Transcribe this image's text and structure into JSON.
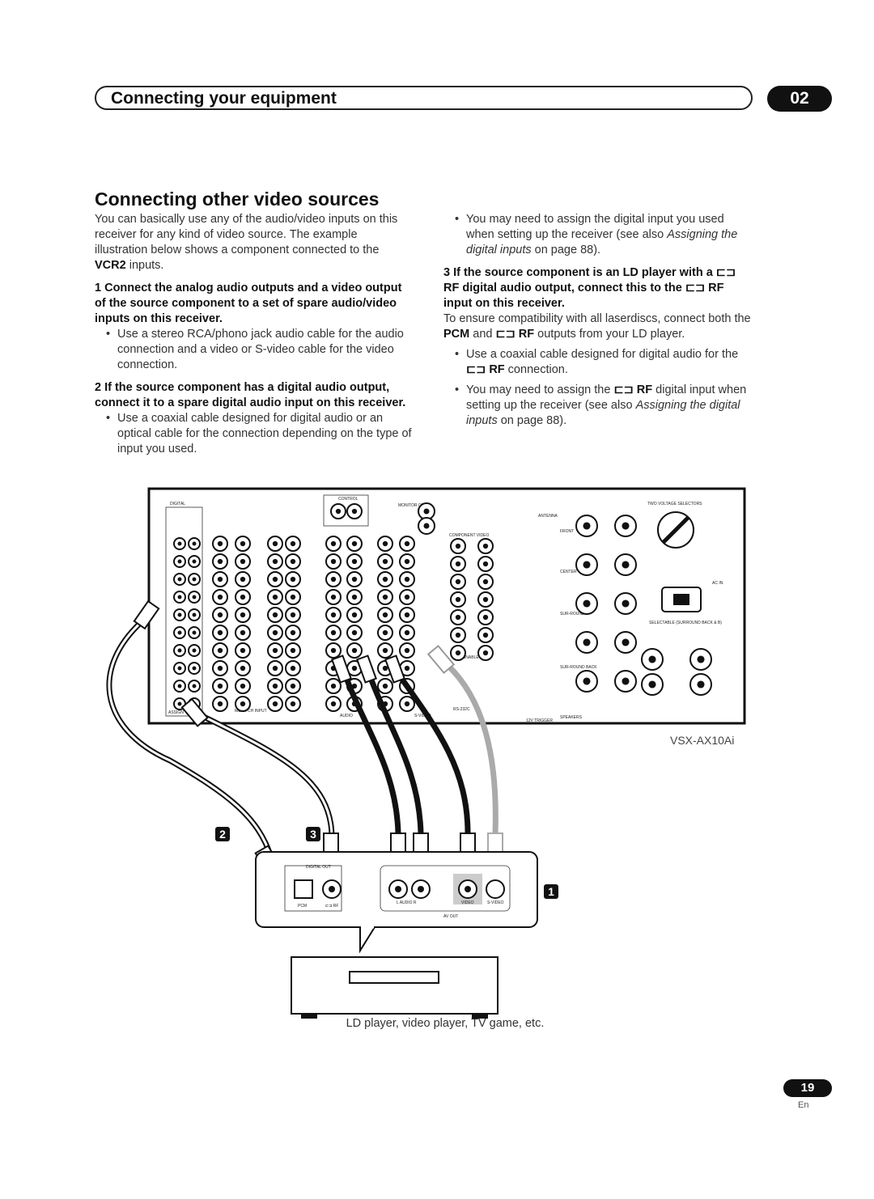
{
  "header": {
    "chapter_title": "Connecting your equipment",
    "chapter_number": "02"
  },
  "section": {
    "title": "Connecting other video sources"
  },
  "left_column": {
    "intro_1": "You can basically use any of the audio/video inputs on this receiver for any kind of video source. The example illustration below shows a component connected to the ",
    "intro_bold": "VCR2",
    "intro_2": " inputs.",
    "step1": "1   Connect the analog audio outputs and a video output of the source component to a set of spare audio/video inputs on this receiver.",
    "step1_bullet": "Use a stereo RCA/phono jack audio cable for the audio connection and a video or S-video cable for the video connection.",
    "step2": "2   If the source component has a digital audio output, connect it to a spare digital audio input on this receiver.",
    "step2_bullet": "Use a coaxial cable designed for digital audio or an optical cable for the connection depending on the type of input you used."
  },
  "right_column": {
    "bullet_a_1": "You may need to assign the digital input you used when setting up the receiver (see also ",
    "bullet_a_italic": "Assigning the digital inputs",
    "bullet_a_2": " on page 88).",
    "step3": "3   If the source component is an LD player with a ⊏⊐ RF digital audio output, connect this to the ⊏⊐ RF input on this receiver.",
    "para_1": "To ensure compatibility with all laserdiscs, connect both the ",
    "para_pcm": "PCM",
    "para_2": " and ",
    "para_rf": "⊏⊐ RF",
    "para_3": " outputs from your LD player.",
    "bullet_b_1": "Use a coaxial cable designed for digital audio for the ",
    "bullet_b_bold": "⊏⊐ RF",
    "bullet_b_2": " connection.",
    "bullet_c_1": "You may need to assign the ",
    "bullet_c_bold": "⊏⊐ RF",
    "bullet_c_2": " digital input when setting up the receiver (see also ",
    "bullet_c_italic": "Assigning the digital inputs",
    "bullet_c_3": " on page 88)."
  },
  "diagram": {
    "model": "VSX-AX10Ai",
    "callout_2": "2",
    "callout_3": "3",
    "callout_1": "1",
    "caption": "LD player, video player, TV game, etc.",
    "panel_labels": {
      "digital": "DIGITAL",
      "control": "CONTROL",
      "component_video": "COMPONENT VIDEO",
      "assignable": "ASSIGNABLE",
      "antenna": "ANTENNA",
      "two_voltage_selectors": "TWO VOLTAGE SELECTORS",
      "ac_in": "AC IN",
      "speakers": "SPEAKERS",
      "multich_input": "MULTI CH INPUT",
      "assign": "ASSIGN",
      "rs232c": "RS-232C",
      "front": "FRONT",
      "center": "CENTER",
      "surround": "SUR-ROUND",
      "sur_back": "SUR-ROUND BACK",
      "trigger": "12V TRIGGER",
      "monitor_out": "MONITOR OUT",
      "audio": "AUDIO",
      "video": "VIDEO",
      "s_video": "S-VIDEO",
      "selectable": "SELECTABLE (SURROUND BACK & B)"
    },
    "device_labels": {
      "digital_out": "DIGITAL OUT",
      "pcm": "PCM",
      "rf": "⊏⊐ RF",
      "l_audio_r": "L   AUDIO   R",
      "video": "VIDEO",
      "s_video": "S-VIDEO",
      "av_out": "AV OUT"
    }
  },
  "footer": {
    "page_number": "19",
    "language": "En"
  }
}
